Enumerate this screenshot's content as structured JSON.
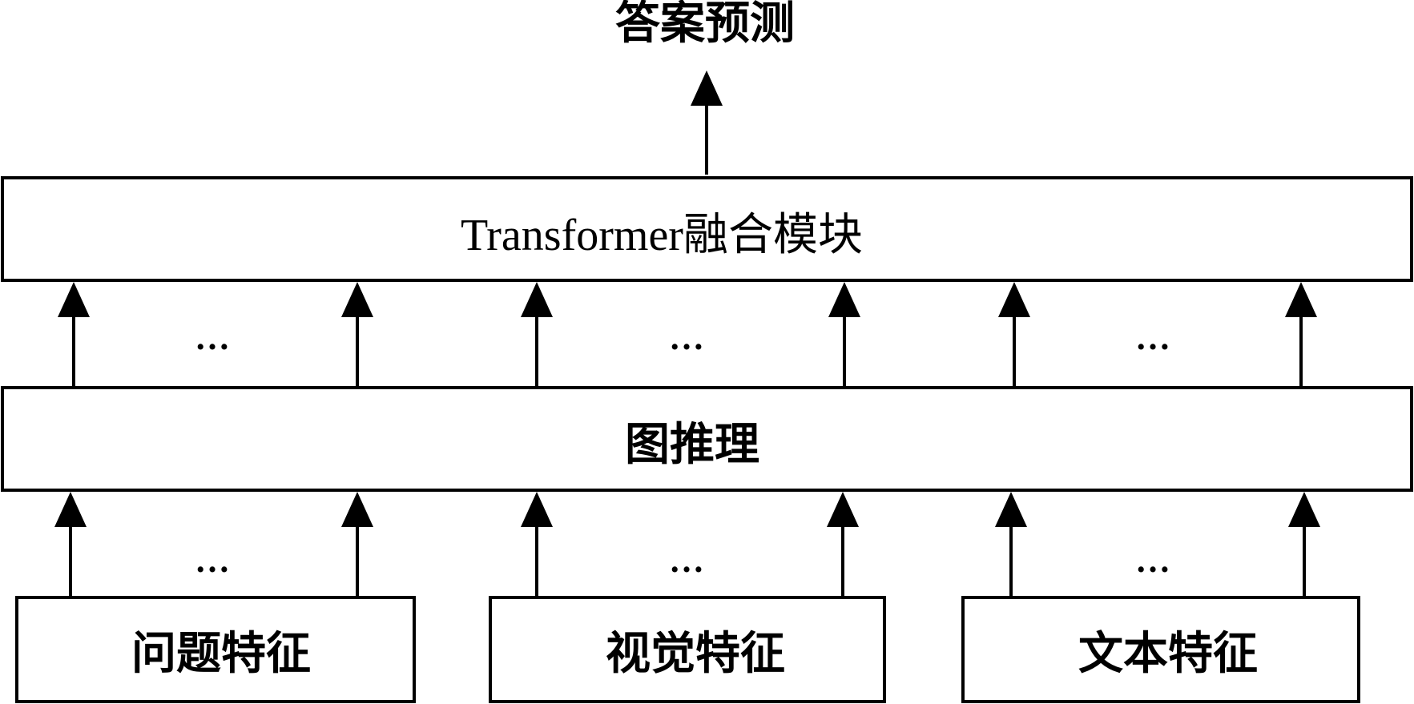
{
  "title": "答案预测",
  "fusion_module": "Transformer融合模块",
  "graph_reasoning": "图推理",
  "inputs": [
    {
      "label": "问题特征"
    },
    {
      "label": "视觉特征"
    },
    {
      "label": "文本特征"
    }
  ],
  "ellipsis": "…",
  "colors": {
    "stroke": "#000000",
    "fill": "#ffffff",
    "background": "#ffffff"
  }
}
